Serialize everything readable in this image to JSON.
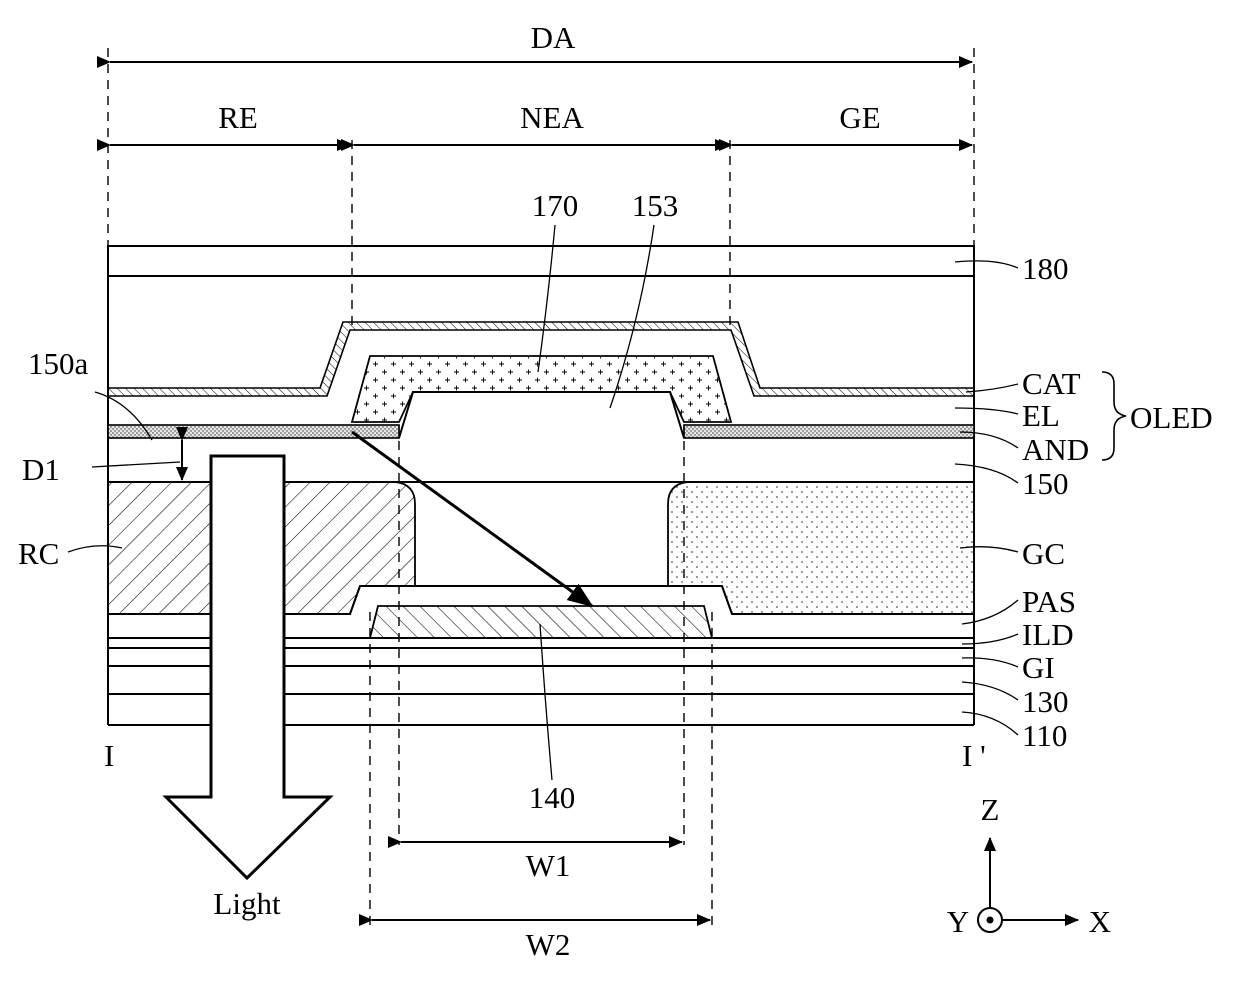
{
  "regions": {
    "display_area": "DA",
    "red_emission": "RE",
    "non_emission": "NEA",
    "green_emission": "GE"
  },
  "labels": {
    "l180": "180",
    "l170": "170",
    "l153": "153",
    "l150a": "150a",
    "cat": "CAT",
    "el": "EL",
    "and": "AND",
    "oled": "OLED",
    "l150": "150",
    "d1": "D1",
    "rc": "RC",
    "gc": "GC",
    "pas": "PAS",
    "ild": "ILD",
    "gi": "GI",
    "l130": "130",
    "l110": "110",
    "i_left": "I",
    "i_right": "I '",
    "l140": "140",
    "w1": "W1",
    "w2": "W2",
    "light": "Light"
  },
  "axes": {
    "z": "Z",
    "y": "Y",
    "x": "X"
  }
}
